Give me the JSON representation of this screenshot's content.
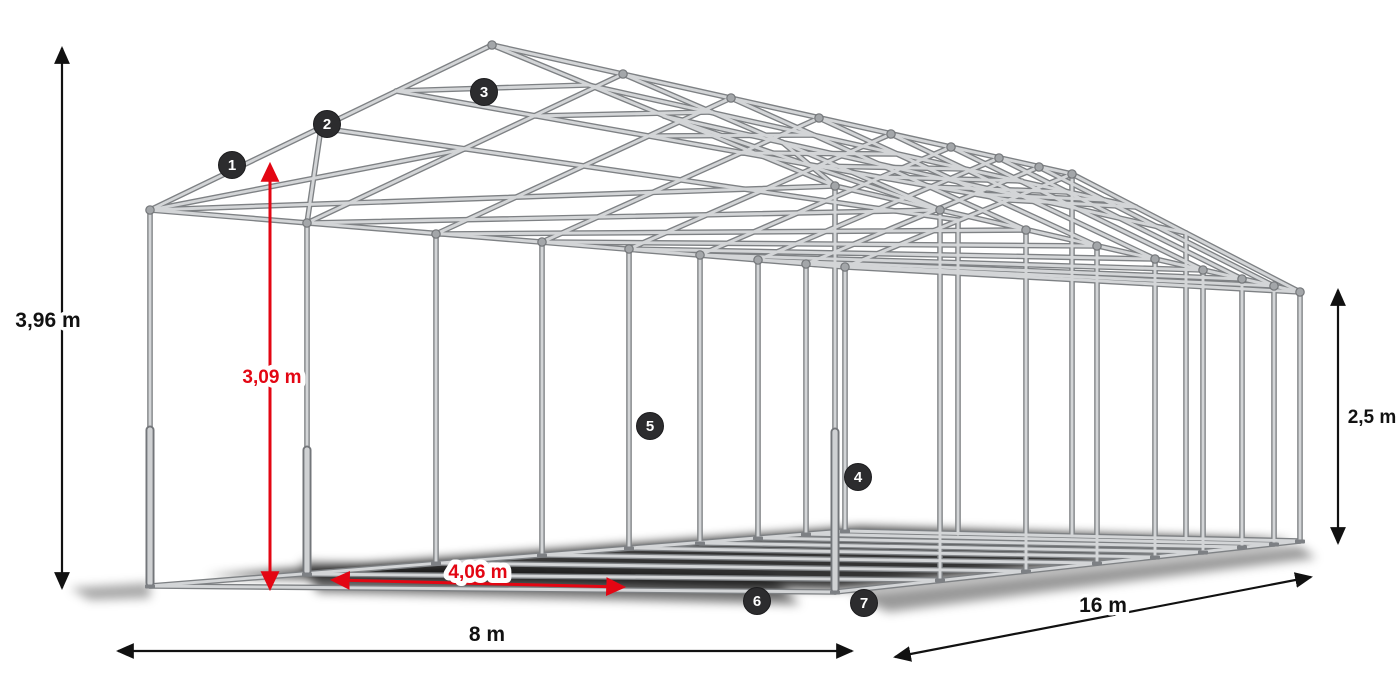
{
  "diagram": {
    "type": "tent-frame-technical-drawing",
    "annotations": {
      "total_height": "3,96 m",
      "inner_height": "3,09 m",
      "side_height": "2,5 m",
      "width": "8 m",
      "length": "16 m",
      "entry_width": "4,06 m"
    },
    "callouts": [
      {
        "label": "1"
      },
      {
        "label": "2"
      },
      {
        "label": "3"
      },
      {
        "label": "4"
      },
      {
        "label": "5"
      },
      {
        "label": "6"
      },
      {
        "label": "7"
      }
    ],
    "colors": {
      "accent_red": "#e30613",
      "dimension_black": "#111111",
      "frame_light": "#d3d5d7",
      "frame_dark": "#7e8184",
      "callout_bg": "#2c2c2e",
      "callout_text": "#ffffff",
      "background": "#ffffff"
    }
  }
}
